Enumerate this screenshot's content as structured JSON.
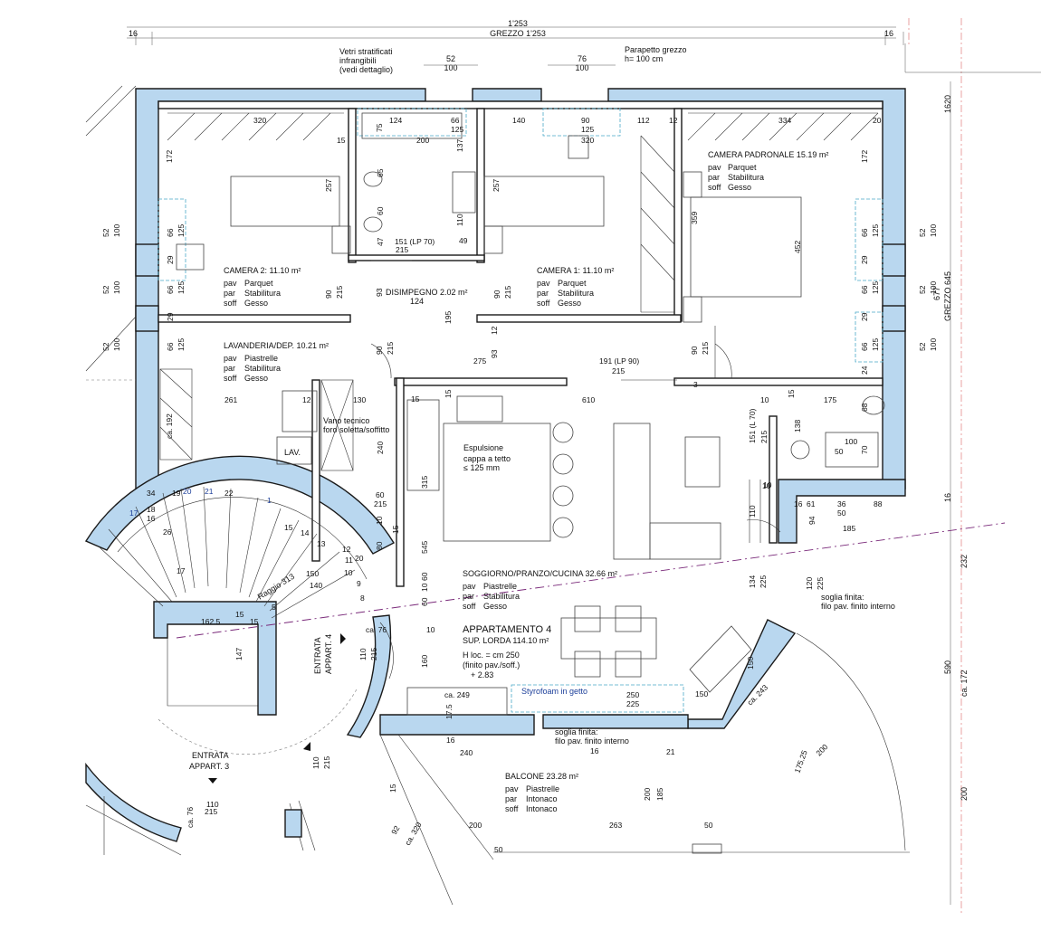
{
  "dimensions": {
    "top_overall": "1'253",
    "grezzo_top": "GREZZO 1'253",
    "top_left": "16",
    "top_right": "16",
    "win_top_1": "52",
    "win_top_1b": "100",
    "win_top_2": "76",
    "win_top_2b": "100",
    "right_1620": "1620",
    "right_grezzo": "GREZZO 645",
    "right_677": "677",
    "right_232": "232",
    "right_590": "590",
    "right_ca172": "ca. 172",
    "right_200": "200",
    "right_16": "16"
  },
  "notes": {
    "vetri_1": "Vetri stratificati",
    "vetri_2": "infrangibili",
    "vetri_3": "(vedi dettaglio)",
    "parapetto_1": "Parapetto grezzo",
    "parapetto_2": "h= 100 cm",
    "vano_1": "Vano tecnico",
    "vano_2": "foro soletta/soffitto",
    "espulsione_1": "Espulsione",
    "espulsione_2": "cappa a tetto",
    "espulsione_3": "≤ 125 mm",
    "styrofoam": "Styrofoam in getto",
    "soglia_1a": "soglia finita:",
    "soglia_1b": "filo pav. finito interno",
    "soglia_2a": "soglia finita:",
    "soglia_2b": "filo pav. finito interno",
    "lav": "LAV.",
    "raggio": "Raggio 313"
  },
  "rooms": {
    "camera2": {
      "title": "CAMERA 2: 11.10 m²",
      "l1k": "pav",
      "l1v": "Parquet",
      "l2k": "par",
      "l2v": "Stabilitura",
      "l3k": "soff",
      "l3v": "Gesso"
    },
    "camera1": {
      "title": "CAMERA 1: 11.10 m²",
      "l1k": "pav",
      "l1v": "Parquet",
      "l2k": "par",
      "l2v": "Stabilitura",
      "l3k": "soff",
      "l3v": "Gesso"
    },
    "padronale": {
      "title": "CAMERA PADRONALE 15.19 m²",
      "l1k": "pav",
      "l1v": "Parquet",
      "l2k": "par",
      "l2v": "Stabilitura",
      "l3k": "soff",
      "l3v": "Gesso"
    },
    "disimpegno": {
      "title": "DISIMPEGNO 2.02 m²",
      "sub": "124"
    },
    "lavanderia": {
      "title": "LAVANDERIA/DEP. 10.21 m²",
      "l1k": "pav",
      "l1v": "Piastrelle",
      "l2k": "par",
      "l2v": "Stabilitura",
      "l3k": "soff",
      "l3v": "Gesso"
    },
    "soggiorno": {
      "title": "SOGGIORNO/PRANZO/CUCINA 32.66 m²",
      "l1k": "pav",
      "l1v": "Piastrelle",
      "l2k": "par",
      "l2v": "Stabilitura",
      "l3k": "soff",
      "l3v": "Gesso"
    },
    "balcone": {
      "title": "BALCONE 23.28 m²",
      "l1k": "pav",
      "l1v": "Piastrelle",
      "l2k": "par",
      "l2v": "Intonaco",
      "l3k": "soff",
      "l3v": "Intonaco"
    }
  },
  "apartment": {
    "name": "APPARTAMENTO 4",
    "area": "SUP. LORDA 114.10  m²",
    "height_1": "H loc. =  cm 250",
    "height_2": "(finito pav./soff.)",
    "level": "+ 2.83",
    "entrata4_1": "ENTRATA",
    "entrata4_2": "APPART. 4",
    "entrata3_1": "ENTRATA",
    "entrata3_2": "APPART. 3"
  },
  "labels": [
    {
      "t": "320"
    },
    {
      "t": "15"
    },
    {
      "t": "124"
    },
    {
      "t": "66"
    },
    {
      "t": "125"
    },
    {
      "t": "200"
    },
    {
      "t": "75"
    },
    {
      "t": "140"
    },
    {
      "t": "90"
    },
    {
      "t": "125"
    },
    {
      "t": "112"
    },
    {
      "t": "12"
    },
    {
      "t": "334"
    },
    {
      "t": "20"
    },
    {
      "t": "172"
    },
    {
      "t": "257"
    },
    {
      "t": "137"
    },
    {
      "t": "65"
    },
    {
      "t": "257"
    },
    {
      "t": "320"
    },
    {
      "t": "359"
    },
    {
      "t": "452"
    },
    {
      "t": "172"
    },
    {
      "t": "52"
    },
    {
      "t": "100"
    },
    {
      "t": "66"
    },
    {
      "t": "125"
    },
    {
      "t": "29"
    },
    {
      "t": "52"
    },
    {
      "t": "100"
    },
    {
      "t": "66"
    },
    {
      "t": "125"
    },
    {
      "t": "29"
    },
    {
      "t": "52"
    },
    {
      "t": "100"
    },
    {
      "t": "66"
    },
    {
      "t": "125"
    },
    {
      "t": "60"
    },
    {
      "t": "110"
    },
    {
      "t": "47"
    },
    {
      "t": "49"
    },
    {
      "t": "151 (LP 70)"
    },
    {
      "t": "215"
    },
    {
      "t": "90"
    },
    {
      "t": "215"
    },
    {
      "t": "93"
    },
    {
      "t": "90"
    },
    {
      "t": "215"
    },
    {
      "t": "12"
    },
    {
      "t": "52"
    },
    {
      "t": "100"
    },
    {
      "t": "66"
    },
    {
      "t": "125"
    },
    {
      "t": "29"
    },
    {
      "t": "52"
    },
    {
      "t": "100"
    },
    {
      "t": "66"
    },
    {
      "t": "125"
    },
    {
      "t": "29"
    },
    {
      "t": "52"
    },
    {
      "t": "100"
    },
    {
      "t": "66"
    },
    {
      "t": "125"
    },
    {
      "t": "24"
    },
    {
      "t": "195"
    },
    {
      "t": "90"
    },
    {
      "t": "215"
    },
    {
      "t": "275"
    },
    {
      "t": "93"
    },
    {
      "t": "191 (LP 90)"
    },
    {
      "t": "215"
    },
    {
      "t": "90"
    },
    {
      "t": "215"
    },
    {
      "t": "3"
    },
    {
      "t": "261"
    },
    {
      "t": "12"
    },
    {
      "t": "130"
    },
    {
      "t": "15"
    },
    {
      "t": "15"
    },
    {
      "t": "610"
    },
    {
      "t": "10"
    },
    {
      "t": "15"
    },
    {
      "t": "175"
    },
    {
      "t": "68"
    },
    {
      "t": "ca. 192"
    },
    {
      "t": "240"
    },
    {
      "t": "315"
    },
    {
      "t": "151 (L 70)"
    },
    {
      "t": "215"
    },
    {
      "t": "138"
    },
    {
      "t": "100"
    },
    {
      "t": "50"
    },
    {
      "t": "70"
    },
    {
      "t": "10"
    },
    {
      "t": "60"
    },
    {
      "t": "215"
    },
    {
      "t": "10"
    },
    {
      "t": "15"
    },
    {
      "t": "80"
    },
    {
      "t": "545"
    },
    {
      "t": "110"
    },
    {
      "t": "10"
    },
    {
      "t": "16"
    },
    {
      "t": "61"
    },
    {
      "t": "36"
    },
    {
      "t": "50"
    },
    {
      "t": "88"
    },
    {
      "t": "94"
    },
    {
      "t": "185"
    },
    {
      "t": "60"
    },
    {
      "t": "10"
    },
    {
      "t": "60"
    },
    {
      "t": "134"
    },
    {
      "t": "225"
    },
    {
      "t": "120"
    },
    {
      "t": "225"
    },
    {
      "t": "34"
    },
    {
      "t": "19"
    },
    {
      "t": "20"
    },
    {
      "t": "21"
    },
    {
      "t": "22"
    },
    {
      "t": "1"
    },
    {
      "t": "17"
    },
    {
      "t": "18"
    },
    {
      "t": "16"
    },
    {
      "t": "26"
    },
    {
      "t": "17"
    },
    {
      "t": "15"
    },
    {
      "t": "14"
    },
    {
      "t": "13"
    },
    {
      "t": "12"
    },
    {
      "t": "11"
    },
    {
      "t": "10"
    },
    {
      "t": "9"
    },
    {
      "t": "8"
    },
    {
      "t": "150"
    },
    {
      "t": "140"
    },
    {
      "t": "20"
    },
    {
      "t": "5"
    },
    {
      "t": "162.5"
    },
    {
      "t": "15"
    },
    {
      "t": "15"
    },
    {
      "t": "147"
    },
    {
      "t": "ca. 76"
    },
    {
      "t": "10"
    },
    {
      "t": "110"
    },
    {
      "t": "215"
    },
    {
      "t": "160"
    },
    {
      "t": "ca. 249"
    },
    {
      "t": "250"
    },
    {
      "t": "225"
    },
    {
      "t": "17.5"
    },
    {
      "t": "150"
    },
    {
      "t": "150"
    },
    {
      "t": "ca. 243"
    },
    {
      "t": "16"
    },
    {
      "t": "240"
    },
    {
      "t": "16"
    },
    {
      "t": "21"
    },
    {
      "t": "200"
    },
    {
      "t": "175.25"
    },
    {
      "t": "110"
    },
    {
      "t": "215"
    },
    {
      "t": "15"
    },
    {
      "t": "200"
    },
    {
      "t": "185"
    },
    {
      "t": "ca. 76"
    },
    {
      "t": "110"
    },
    {
      "t": "215"
    },
    {
      "t": "200"
    },
    {
      "t": "263"
    },
    {
      "t": "50"
    },
    {
      "t": "92"
    },
    {
      "t": "ca. 320"
    },
    {
      "t": "50"
    }
  ]
}
